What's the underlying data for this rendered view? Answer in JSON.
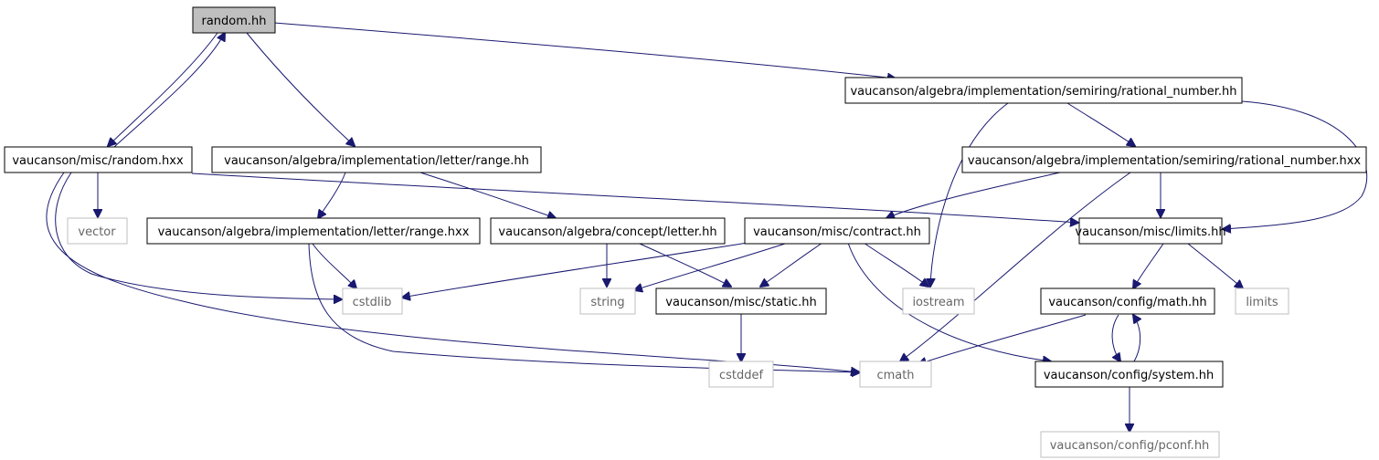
{
  "colors": {
    "edge": "#191970",
    "focus_fill": "#bfbfbf",
    "border_normal": "#000000",
    "border_external": "#bfbfbf",
    "text_normal": "#000000",
    "text_external": "#666666"
  },
  "nodes": {
    "random_hh": {
      "label": "random.hh",
      "kind": "focus"
    },
    "rational_number_hh": {
      "label": "vaucanson/algebra/implementation/semiring/rational_number.hh",
      "kind": "normal"
    },
    "misc_random_hxx": {
      "label": "vaucanson/misc/random.hxx",
      "kind": "normal"
    },
    "letter_range_hh": {
      "label": "vaucanson/algebra/implementation/letter/range.hh",
      "kind": "normal"
    },
    "rational_number_hxx": {
      "label": "vaucanson/algebra/implementation/semiring/rational_number.hxx",
      "kind": "normal"
    },
    "vector": {
      "label": "vector",
      "kind": "external"
    },
    "letter_range_hxx": {
      "label": "vaucanson/algebra/implementation/letter/range.hxx",
      "kind": "normal"
    },
    "concept_letter_hh": {
      "label": "vaucanson/algebra/concept/letter.hh",
      "kind": "normal"
    },
    "misc_contract_hh": {
      "label": "vaucanson/misc/contract.hh",
      "kind": "normal"
    },
    "misc_limits_hh": {
      "label": "vaucanson/misc/limits.hh",
      "kind": "normal"
    },
    "cstdlib": {
      "label": "cstdlib",
      "kind": "external"
    },
    "string": {
      "label": "string",
      "kind": "external"
    },
    "misc_static_hh": {
      "label": "vaucanson/misc/static.hh",
      "kind": "normal"
    },
    "iostream": {
      "label": "iostream",
      "kind": "external"
    },
    "config_math_hh": {
      "label": "vaucanson/config/math.hh",
      "kind": "normal"
    },
    "limits": {
      "label": "limits",
      "kind": "external"
    },
    "cstddef": {
      "label": "cstddef",
      "kind": "external"
    },
    "cmath": {
      "label": "cmath",
      "kind": "external"
    },
    "config_system_hh": {
      "label": "vaucanson/config/system.hh",
      "kind": "normal"
    },
    "config_pconf_hh": {
      "label": "vaucanson/config/pconf.hh",
      "kind": "normal_grey"
    }
  },
  "edges": [
    {
      "from": "random_hh",
      "to": "misc_random_hxx"
    },
    {
      "from": "misc_random_hxx",
      "to": "random_hh"
    },
    {
      "from": "random_hh",
      "to": "letter_range_hh"
    },
    {
      "from": "random_hh",
      "to": "rational_number_hh"
    },
    {
      "from": "rational_number_hh",
      "to": "rational_number_hxx"
    },
    {
      "from": "rational_number_hh",
      "to": "iostream"
    },
    {
      "from": "rational_number_hh",
      "to": "misc_limits_hh"
    },
    {
      "from": "misc_random_hxx",
      "to": "vector"
    },
    {
      "from": "misc_random_hxx",
      "to": "cstdlib"
    },
    {
      "from": "misc_random_hxx",
      "to": "cmath"
    },
    {
      "from": "misc_random_hxx",
      "to": "misc_limits_hh"
    },
    {
      "from": "letter_range_hh",
      "to": "letter_range_hxx"
    },
    {
      "from": "letter_range_hh",
      "to": "concept_letter_hh"
    },
    {
      "from": "letter_range_hxx",
      "to": "cstdlib"
    },
    {
      "from": "letter_range_hxx",
      "to": "cmath"
    },
    {
      "from": "concept_letter_hh",
      "to": "string"
    },
    {
      "from": "concept_letter_hh",
      "to": "misc_static_hh"
    },
    {
      "from": "rational_number_hxx",
      "to": "misc_contract_hh"
    },
    {
      "from": "rational_number_hxx",
      "to": "misc_limits_hh"
    },
    {
      "from": "rational_number_hxx",
      "to": "cmath"
    },
    {
      "from": "misc_contract_hh",
      "to": "cstdlib"
    },
    {
      "from": "misc_contract_hh",
      "to": "string"
    },
    {
      "from": "misc_contract_hh",
      "to": "misc_static_hh"
    },
    {
      "from": "misc_contract_hh",
      "to": "iostream"
    },
    {
      "from": "misc_contract_hh",
      "to": "config_system_hh"
    },
    {
      "from": "misc_static_hh",
      "to": "cstddef"
    },
    {
      "from": "misc_limits_hh",
      "to": "config_math_hh"
    },
    {
      "from": "misc_limits_hh",
      "to": "limits"
    },
    {
      "from": "config_math_hh",
      "to": "cmath"
    },
    {
      "from": "config_math_hh",
      "to": "config_system_hh"
    },
    {
      "from": "config_system_hh",
      "to": "config_math_hh"
    },
    {
      "from": "config_system_hh",
      "to": "config_pconf_hh"
    }
  ]
}
